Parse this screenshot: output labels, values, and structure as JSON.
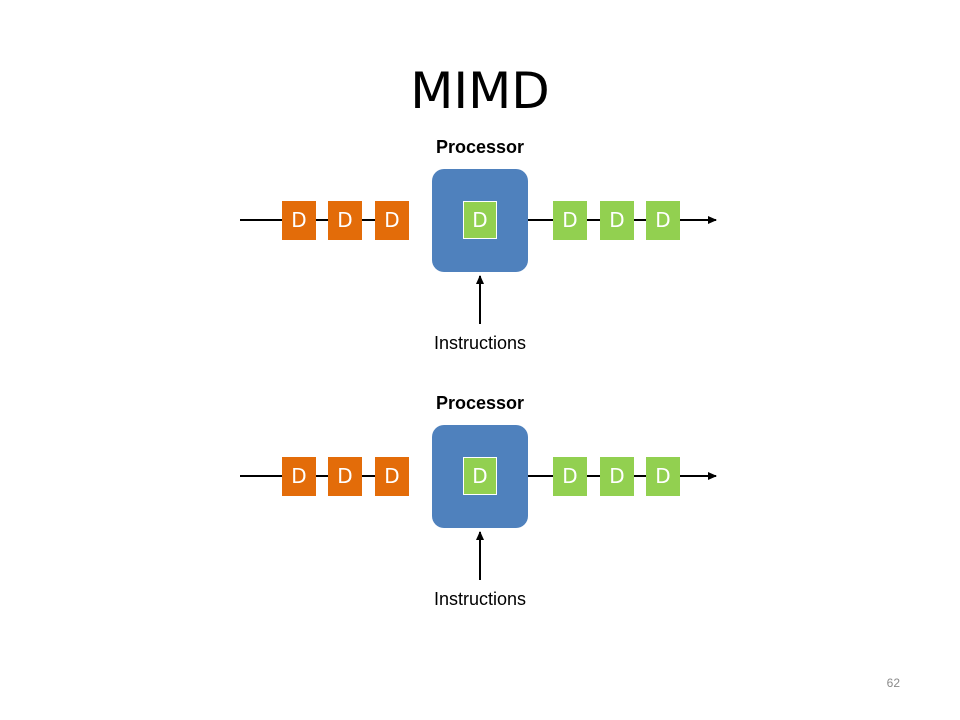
{
  "title": "MIMD",
  "page_number": "62",
  "diagrams": [
    {
      "processor_label": "Processor",
      "instructions_label": "Instructions",
      "input_blocks": [
        "D",
        "D",
        "D"
      ],
      "current_block": "D",
      "output_blocks": [
        "D",
        "D",
        "D"
      ]
    },
    {
      "processor_label": "Processor",
      "instructions_label": "Instructions",
      "input_blocks": [
        "D",
        "D",
        "D"
      ],
      "current_block": "D",
      "output_blocks": [
        "D",
        "D",
        "D"
      ]
    }
  ],
  "colors": {
    "processor": "#4f81bd",
    "input_data": "#e36c09",
    "output_data": "#92d050"
  }
}
